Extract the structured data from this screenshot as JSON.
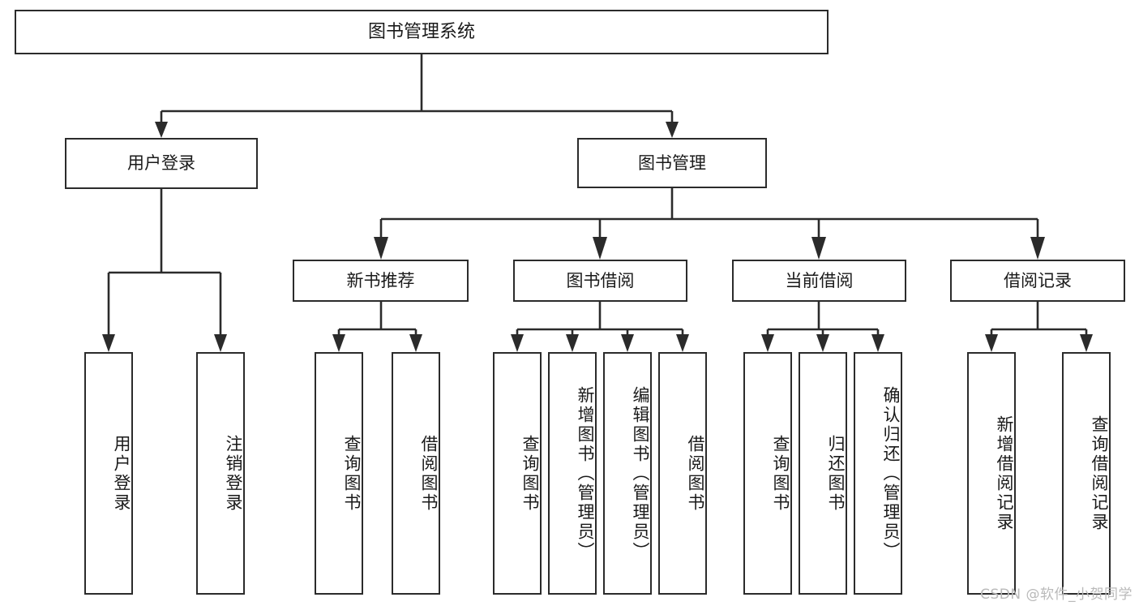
{
  "diagram": {
    "type": "tree",
    "title": "图书管理系统",
    "watermark": "CSDN @软件_小贺同学",
    "colors": {
      "stroke": "#2b2b2b",
      "fill": "#ffffff",
      "text": "#1a1a1a",
      "watermark": "#b9b9b9"
    },
    "nodes": {
      "root": {
        "label": "图书管理系统",
        "level": 1,
        "orientation": "horizontal"
      },
      "l2": [
        {
          "label": "用户登录",
          "level": 2,
          "orientation": "horizontal"
        },
        {
          "label": "图书管理",
          "level": 2,
          "orientation": "horizontal"
        }
      ],
      "l3": [
        {
          "label": "新书推荐",
          "level": 3,
          "orientation": "horizontal"
        },
        {
          "label": "图书借阅",
          "level": 3,
          "orientation": "horizontal"
        },
        {
          "label": "当前借阅",
          "level": 3,
          "orientation": "horizontal"
        },
        {
          "label": "借阅记录",
          "level": 3,
          "orientation": "horizontal"
        }
      ],
      "leaves": {
        "user_login": [
          {
            "label": "用户登录",
            "orientation": "vertical"
          },
          {
            "label": "注销登录",
            "orientation": "vertical"
          }
        ],
        "new_book": [
          {
            "label": "查询图书",
            "orientation": "vertical"
          },
          {
            "label": "借阅图书",
            "orientation": "vertical"
          }
        ],
        "book_borrow": [
          {
            "label": "查询图书",
            "orientation": "vertical"
          },
          {
            "label": "新增图书（管理员）",
            "orientation": "vertical"
          },
          {
            "label": "编辑图书（管理员）",
            "orientation": "vertical"
          },
          {
            "label": "借阅图书",
            "orientation": "vertical"
          }
        ],
        "current_borrow": [
          {
            "label": "查询图书",
            "orientation": "vertical"
          },
          {
            "label": "归还图书",
            "orientation": "vertical"
          },
          {
            "label": "确认归还（管理员）",
            "orientation": "vertical"
          }
        ],
        "borrow_record": [
          {
            "label": "新增借阅记录",
            "orientation": "vertical"
          },
          {
            "label": "查询借阅记录",
            "orientation": "vertical"
          }
        ]
      }
    }
  }
}
